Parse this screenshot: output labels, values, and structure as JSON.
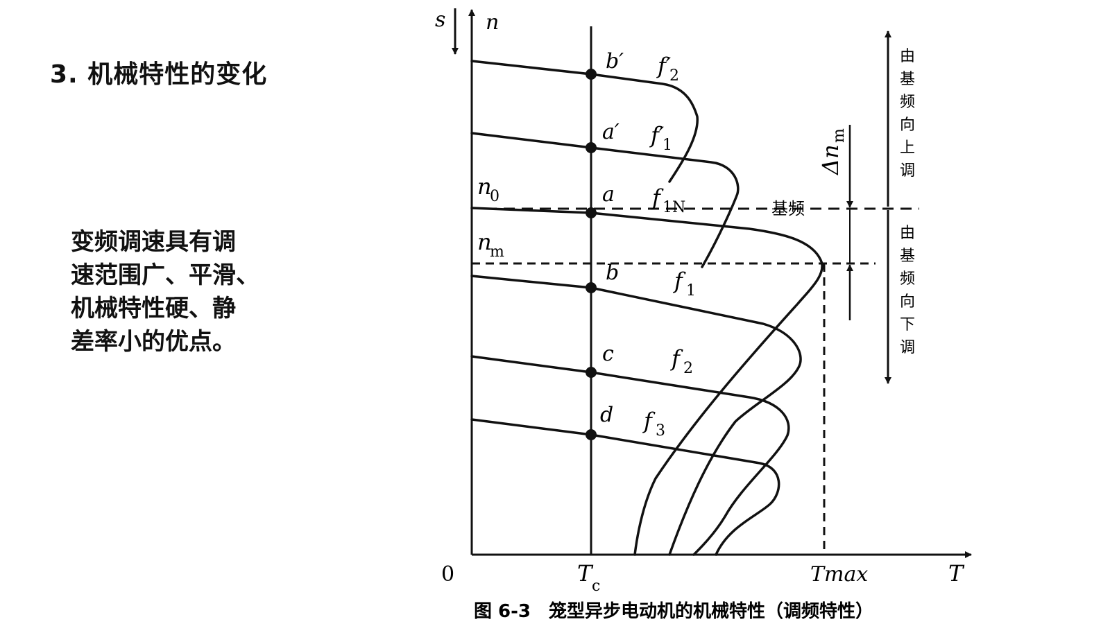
{
  "slide": {
    "heading": "3.  机械特性的变化",
    "body_lines": [
      "变频调速具有调",
      "速范围广、平滑、",
      "机械特性硬、静",
      "差率小的优点。"
    ]
  },
  "figure": {
    "caption": "图 6-3　笼型异步电动机的机械特性（调频特性）",
    "axes": {
      "s": "s",
      "n": "n",
      "origin": "0",
      "T": "T",
      "Tc": "T",
      "Tc_sub": "c",
      "Tmax": "Tmax"
    },
    "speed_labels": {
      "n0": "n",
      "n0_sub": "0",
      "nm": "n",
      "nm_sub": "m",
      "delta_nm": "Δn",
      "delta_nm_sub": "m"
    },
    "base_freq_label": "基频",
    "side_up": [
      "由",
      "基",
      "频",
      "向",
      "上",
      "调"
    ],
    "side_down": [
      "由",
      "基",
      "频",
      "向",
      "下",
      "调"
    ],
    "points": {
      "b2": "b′",
      "a1": "a′",
      "a": "a",
      "b": "b",
      "c": "c",
      "d": "d"
    },
    "curve_labels": {
      "f2p": "f′",
      "f2p_sub": "2",
      "f1p": "f′",
      "f1p_sub": "1",
      "f1N": "f",
      "f1N_sub": "1N",
      "f1": "f",
      "f1_sub": "1",
      "f2": "f",
      "f2_sub": "2",
      "f3": "f",
      "f3_sub": "3"
    }
  }
}
